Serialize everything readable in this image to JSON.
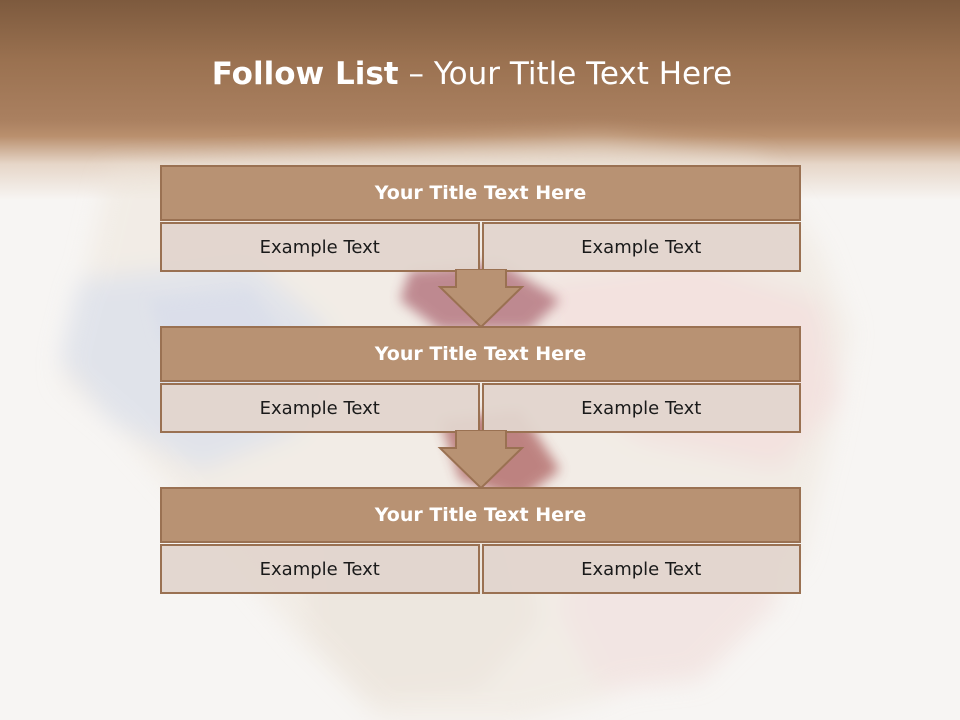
{
  "slide": {
    "title_bold": "Follow List",
    "title_rest": " – Your Title Text Here"
  },
  "blocks": [
    {
      "title": "Your Title Text Here",
      "left": "Example Text",
      "right": "Example Text"
    },
    {
      "title": "Your Title Text Here",
      "left": "Example Text",
      "right": "Example Text"
    },
    {
      "title": "Your Title Text Here",
      "left": "Example Text",
      "right": "Example Text"
    }
  ],
  "colors": {
    "header_brown": "#8a6446",
    "block_title_fill": "#b89273",
    "block_border": "#9a7152",
    "cell_fill": "#e2d5ce",
    "title_text": "#ffffff"
  }
}
